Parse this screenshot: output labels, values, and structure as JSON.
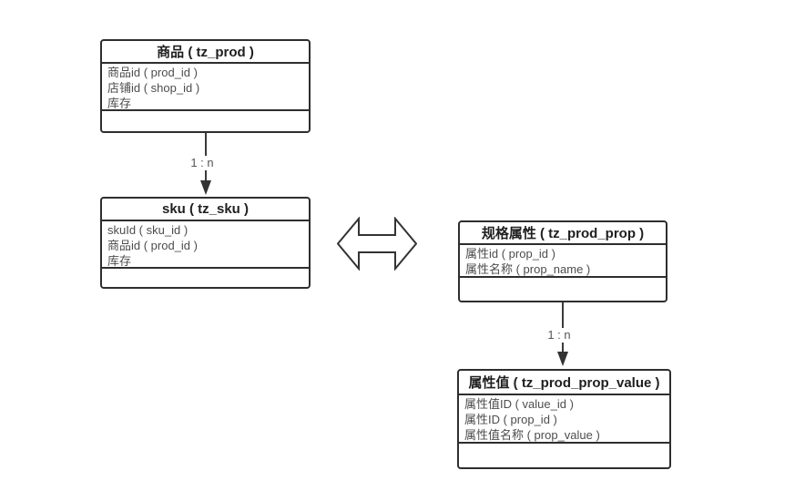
{
  "diagram": {
    "background": "#ffffff",
    "colors": {
      "entity_border": "#2e2e2e",
      "title_text": "#1f1f1f",
      "field_text": "#4d4d4d",
      "connector": "#333333",
      "label_text": "#555555"
    },
    "entities": [
      {
        "title": "商品 ( tz_prod )",
        "fields": [
          "商品id ( prod_id )",
          "店铺id ( shop_id )",
          "库存"
        ]
      },
      {
        "title": "sku ( tz_sku )",
        "fields": [
          "skuId ( sku_id )",
          "商品id ( prod_id )",
          "库存"
        ]
      },
      {
        "title": "规格属性 ( tz_prod_prop )",
        "fields": [
          "属性id ( prop_id )",
          "属性名称 ( prop_name )"
        ]
      },
      {
        "title": "属性值 ( tz_prod_prop_value )",
        "fields": [
          "属性值ID ( value_id )",
          "属性ID ( prop_id )",
          "属性值名称 ( prop_value )"
        ]
      }
    ],
    "connectors": [
      {
        "from": "商品 ( tz_prod )",
        "to": "sku ( tz_sku )",
        "label": "1 : n"
      },
      {
        "from": "规格属性 ( tz_prod_prop )",
        "to": "属性值 ( tz_prod_prop_value )",
        "label": "1 : n"
      }
    ],
    "shapes": [
      {
        "name": "double-arrow",
        "between": [
          "sku ( tz_sku )",
          "规格属性 ( tz_prod_prop )"
        ]
      }
    ]
  }
}
